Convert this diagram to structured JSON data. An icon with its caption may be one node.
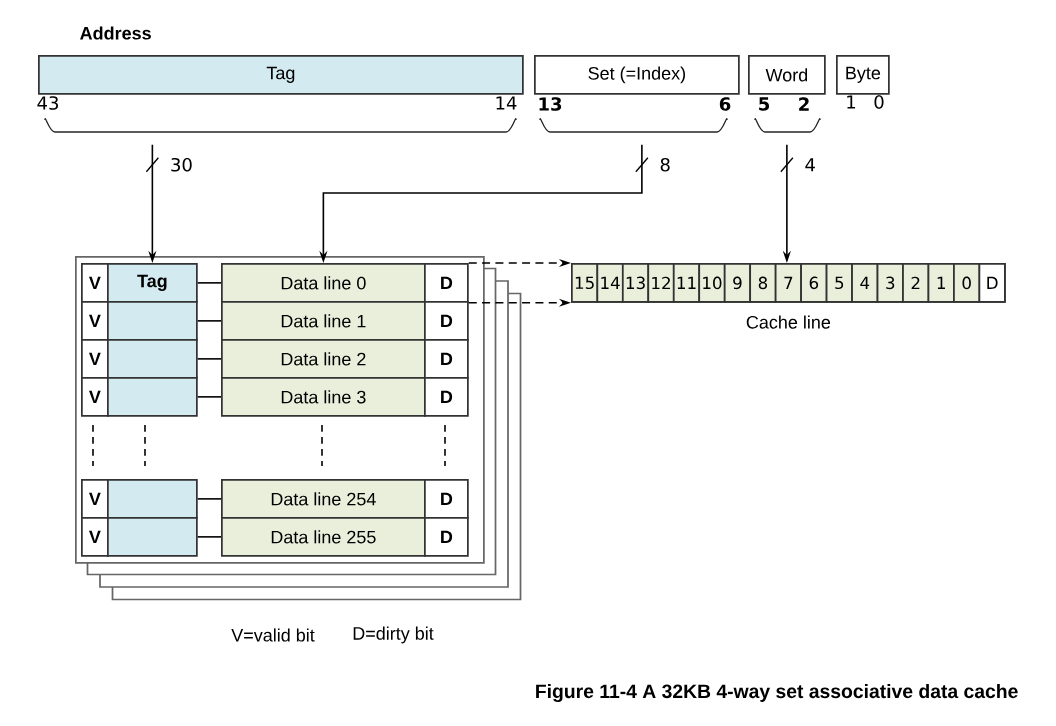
{
  "diagram": {
    "caption": "Figure 11-4 A 32KB 4-way set associative data cache",
    "nodes": [
      {
        "text": [
          "Tag"
        ]
      },
      {
        "text": [
          "Set (=Index)"
        ]
      },
      {
        "text": [
          "Word"
        ]
      },
      {
        "text": [
          "Byte"
        ]
      },
      {
        "text": [],
        "shape": "box"
      },
      {
        "text": [
          "V"
        ],
        "in": 4
      },
      {
        "text": [
          "Tag"
        ],
        "in": 4
      },
      {
        "text": [
          "Data line 0"
        ],
        "in": 4
      },
      {
        "text": [
          "D"
        ],
        "in": 4
      },
      {
        "text": [
          "V"
        ],
        "in": 4
      },
      {
        "text": [],
        "shape": "box",
        "in": 4
      },
      {
        "text": [
          "Data line 1"
        ],
        "in": 4
      },
      {
        "text": [
          "D"
        ],
        "in": 4
      },
      {
        "text": [
          "V"
        ],
        "in": 4
      },
      {
        "text": [],
        "shape": "box",
        "in": 4
      },
      {
        "text": [
          "Data line 2"
        ],
        "in": 4
      },
      {
        "text": [
          "D"
        ],
        "in": 4
      },
      {
        "text": [
          "V"
        ],
        "in": 4
      },
      {
        "text": [],
        "shape": "box",
        "in": 4
      },
      {
        "text": [
          "Data line 3"
        ],
        "in": 4
      },
      {
        "text": [
          "D"
        ],
        "in": 4
      },
      {
        "text": [
          "V"
        ],
        "in": 4
      },
      {
        "text": [],
        "shape": "box",
        "in": 4
      },
      {
        "text": [
          "Data line 254"
        ],
        "in": 4
      },
      {
        "text": [
          "D"
        ],
        "in": 4
      },
      {
        "text": [
          "V"
        ],
        "in": 4
      },
      {
        "text": [],
        "shape": "box",
        "in": 4
      },
      {
        "text": [
          "Data line 255"
        ],
        "in": 4
      },
      {
        "text": [
          "D"
        ],
        "in": 4
      },
      {
        "text": [],
        "shape": "box",
        "beside": [
          "Cache line"
        ]
      },
      {
        "text": [
          "15"
        ],
        "in": 29
      },
      {
        "text": [
          "14"
        ],
        "in": 29
      },
      {
        "text": [
          "13"
        ],
        "in": 29
      },
      {
        "text": [
          "12"
        ],
        "in": 29
      },
      {
        "text": [
          "11"
        ],
        "in": 29
      },
      {
        "text": [
          "10"
        ],
        "in": 29
      },
      {
        "text": [
          "9"
        ],
        "in": 29
      },
      {
        "text": [
          "8"
        ],
        "in": 29
      },
      {
        "text": [
          "7"
        ],
        "in": 29
      },
      {
        "text": [
          "6"
        ],
        "in": 29
      },
      {
        "text": [
          "5"
        ],
        "in": 29
      },
      {
        "text": [
          "4"
        ],
        "in": 29
      },
      {
        "text": [
          "3"
        ],
        "in": 29
      },
      {
        "text": [
          "2"
        ],
        "in": 29
      },
      {
        "text": [
          "1"
        ],
        "in": 29
      },
      {
        "text": [
          "0"
        ],
        "in": 29
      },
      {
        "text": [
          "D"
        ],
        "in": 29
      }
    ],
    "edges": [
      {
        "from": 0,
        "to": 6,
        "arrow": "to",
        "label": "30"
      },
      {
        "from": 1,
        "to": 7,
        "arrow": "to",
        "label": "8"
      },
      {
        "from": 2,
        "to": 29,
        "arrow": "to",
        "label": "4"
      },
      {
        "from": 6,
        "to": 7,
        "arrow": "none"
      },
      {
        "from": 10,
        "to": 11,
        "arrow": "none"
      },
      {
        "from": 14,
        "to": 15,
        "arrow": "none"
      },
      {
        "from": 18,
        "to": 19,
        "arrow": "none"
      },
      {
        "from": 22,
        "to": 23,
        "arrow": "none"
      },
      {
        "from": 26,
        "to": 27,
        "arrow": "none"
      },
      {
        "from": 8,
        "to": 29,
        "arrow": "to",
        "style": "dashed"
      },
      {
        "from": 8,
        "to": 29,
        "arrow": "to",
        "style": "dashed"
      }
    ],
    "labels": [
      "Address",
      "43",
      "14",
      "13",
      "6",
      "5",
      "2",
      "1",
      "0",
      "V=valid bit",
      "D=dirty bit"
    ]
  }
}
